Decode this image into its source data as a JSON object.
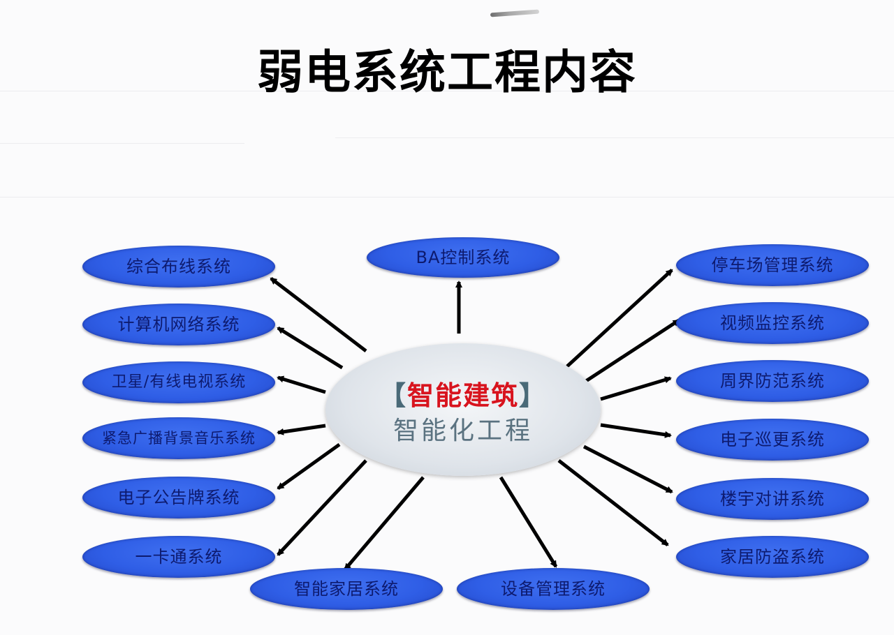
{
  "title": "弱电系统工程内容",
  "center": {
    "bracket_left": "【",
    "main_label": "智能建筑",
    "bracket_right": "】",
    "sub_label": "智能化工程"
  },
  "colors": {
    "node_fill": "#2f5ee6",
    "node_text": "#0d1a6e",
    "center_main_text": "#d8141e",
    "center_sub_text": "#5a7280",
    "arrow": "#000000"
  },
  "nodes": {
    "top": [
      {
        "label": "BA控制系统"
      }
    ],
    "left": [
      {
        "label": "综合布线系统"
      },
      {
        "label": "计算机网络系统"
      },
      {
        "label": "卫星/有线电视系统"
      },
      {
        "label": "紧急广播背景音乐系统"
      },
      {
        "label": "电子公告牌系统"
      },
      {
        "label": "一卡通系统"
      }
    ],
    "right": [
      {
        "label": "停车场管理系统"
      },
      {
        "label": "视频监控系统"
      },
      {
        "label": "周界防范系统"
      },
      {
        "label": "电子巡更系统"
      },
      {
        "label": "楼宇对讲系统"
      },
      {
        "label": "家居防盗系统"
      }
    ],
    "bottom": [
      {
        "label": "智能家居系统"
      },
      {
        "label": "设备管理系统"
      }
    ]
  }
}
